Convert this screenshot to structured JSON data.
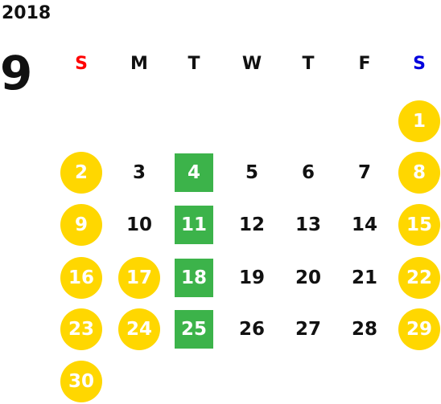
{
  "calendar": {
    "year": "2018",
    "month": "9",
    "weekdays": [
      {
        "label": "S",
        "color": "#ff0000"
      },
      {
        "label": "M",
        "color": "#111111"
      },
      {
        "label": "T",
        "color": "#111111"
      },
      {
        "label": "W",
        "color": "#111111"
      },
      {
        "label": "T",
        "color": "#111111"
      },
      {
        "label": "F",
        "color": "#111111"
      },
      {
        "label": "S",
        "color": "#0000dd"
      }
    ],
    "colors": {
      "holiday_circle": "#ffd700",
      "event_square": "#3cb34a",
      "highlight_text": "#ffffff",
      "normal_text": "#111111"
    },
    "weeks": [
      [
        {
          "day": "",
          "type": "empty"
        },
        {
          "day": "",
          "type": "empty"
        },
        {
          "day": "",
          "type": "empty"
        },
        {
          "day": "",
          "type": "empty"
        },
        {
          "day": "",
          "type": "empty"
        },
        {
          "day": "",
          "type": "empty"
        },
        {
          "day": "1",
          "type": "holiday"
        }
      ],
      [
        {
          "day": "2",
          "type": "holiday"
        },
        {
          "day": "3",
          "type": "normal"
        },
        {
          "day": "4",
          "type": "event"
        },
        {
          "day": "5",
          "type": "normal"
        },
        {
          "day": "6",
          "type": "normal"
        },
        {
          "day": "7",
          "type": "normal"
        },
        {
          "day": "8",
          "type": "holiday"
        }
      ],
      [
        {
          "day": "9",
          "type": "holiday"
        },
        {
          "day": "10",
          "type": "normal"
        },
        {
          "day": "11",
          "type": "event"
        },
        {
          "day": "12",
          "type": "normal"
        },
        {
          "day": "13",
          "type": "normal"
        },
        {
          "day": "14",
          "type": "normal"
        },
        {
          "day": "15",
          "type": "holiday"
        }
      ],
      [
        {
          "day": "16",
          "type": "holiday"
        },
        {
          "day": "17",
          "type": "holiday"
        },
        {
          "day": "18",
          "type": "event"
        },
        {
          "day": "19",
          "type": "normal"
        },
        {
          "day": "20",
          "type": "normal"
        },
        {
          "day": "21",
          "type": "normal"
        },
        {
          "day": "22",
          "type": "holiday"
        }
      ],
      [
        {
          "day": "23",
          "type": "holiday"
        },
        {
          "day": "24",
          "type": "holiday"
        },
        {
          "day": "25",
          "type": "event"
        },
        {
          "day": "26",
          "type": "normal"
        },
        {
          "day": "27",
          "type": "normal"
        },
        {
          "day": "28",
          "type": "normal"
        },
        {
          "day": "29",
          "type": "holiday"
        }
      ],
      [
        {
          "day": "30",
          "type": "holiday"
        },
        {
          "day": "",
          "type": "empty"
        },
        {
          "day": "",
          "type": "empty"
        },
        {
          "day": "",
          "type": "empty"
        },
        {
          "day": "",
          "type": "empty"
        },
        {
          "day": "",
          "type": "empty"
        },
        {
          "day": "",
          "type": "empty"
        }
      ]
    ]
  }
}
